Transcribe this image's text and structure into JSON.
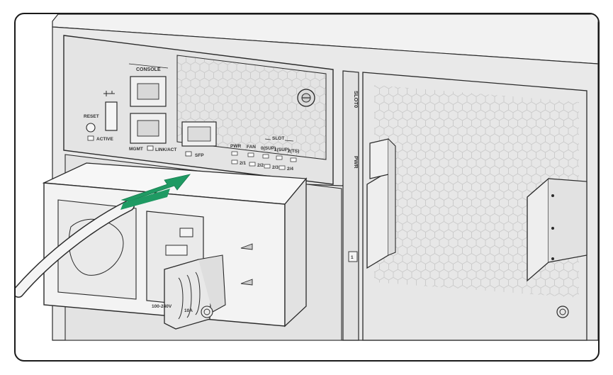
{
  "colors": {
    "chassis": "#eeeeee",
    "panel": "#e6e6e6",
    "outline": "#2a2a2a",
    "arrow": "#1f9a63",
    "psu": "#f4f4f4"
  },
  "labels": {
    "console": "CONSOLE",
    "reset": "RESET",
    "active": "ACTIVE",
    "mgmt": "MGMT",
    "link_act": "LINK/ACT",
    "sfp": "SFP",
    "pwr": "PWR",
    "fan": "FAN",
    "slot": "SLOT",
    "slot_0": "0(SUP)",
    "slot_1": "1(SUP)",
    "slot_2": "2(TS)",
    "led_21": "2/1",
    "led_22": "2/2",
    "led_23": "2/3",
    "led_24": "2/4",
    "slot_label_top": "SLOT0",
    "slot_label_bottom": "PWR",
    "slot_num": "1",
    "psu_rating": "100-240V",
    "psu_current": "10A"
  },
  "icons": {
    "usb": "usb-icon",
    "thumbscrew": "thumbscrew-icon",
    "insert_arrow": "insert-arrow-icon"
  }
}
